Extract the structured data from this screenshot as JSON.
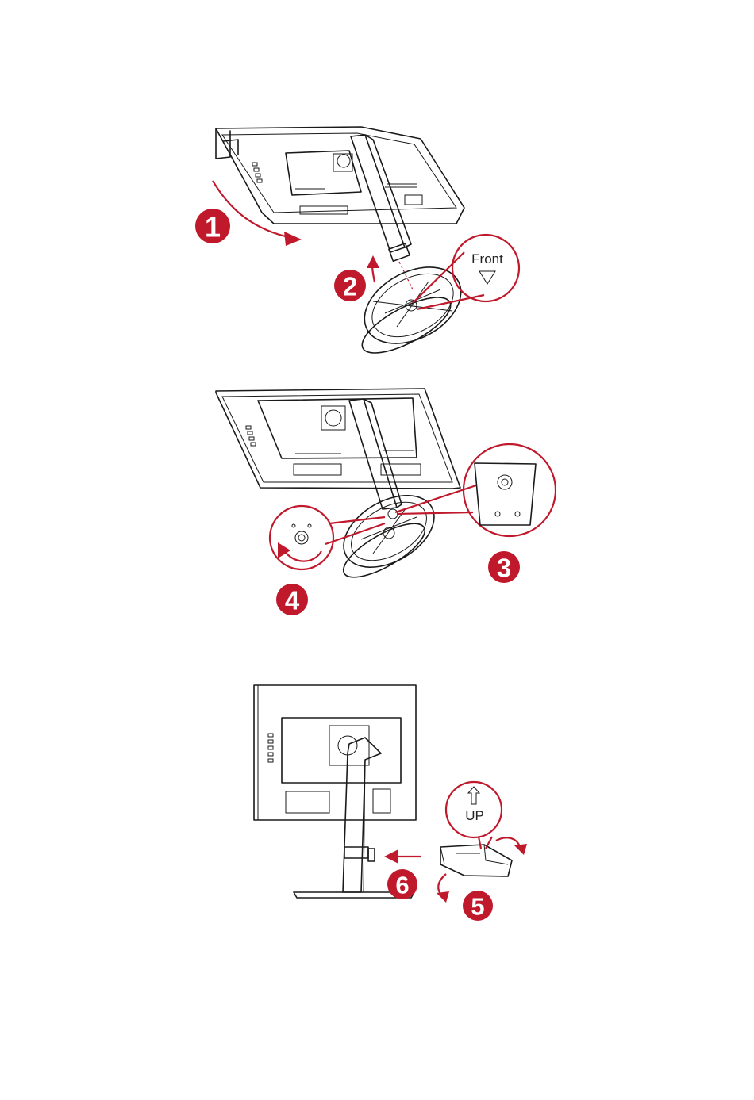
{
  "accent_color": "#c0192c",
  "steps": {
    "s1": "1",
    "s2": "2",
    "s3": "3",
    "s4": "4",
    "s5": "5",
    "s6": "6"
  },
  "callouts": {
    "front_label": "Front",
    "up_label": "UP"
  }
}
